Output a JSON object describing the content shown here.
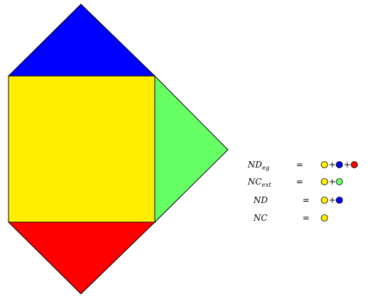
{
  "shapes": {
    "top_triangle": {
      "color": "#0000ff",
      "meaning": "blue"
    },
    "square": {
      "color": "#ffee00",
      "meaning": "yellow"
    },
    "right_triangle": {
      "color": "#66ff66",
      "meaning": "green"
    },
    "bottom_triangle": {
      "color": "#ff0000",
      "meaning": "red"
    }
  },
  "legend": {
    "rows": [
      {
        "lhs_main": "ND",
        "lhs_sub": "eg",
        "equals": "=",
        "plus": "+",
        "terms": [
          "#ffee00",
          "#0000ff",
          "#ff0000"
        ]
      },
      {
        "lhs_main": "NC",
        "lhs_sub": "ext",
        "equals": "=",
        "plus": "+",
        "terms": [
          "#ffee00",
          "#66ff66"
        ]
      },
      {
        "lhs_main": "ND",
        "lhs_sub": "",
        "equals": "=",
        "plus": "+",
        "terms": [
          "#ffee00",
          "#0000ff"
        ]
      },
      {
        "lhs_main": "NC",
        "lhs_sub": "",
        "equals": "=",
        "plus": "+",
        "terms": [
          "#ffee00"
        ]
      }
    ]
  }
}
